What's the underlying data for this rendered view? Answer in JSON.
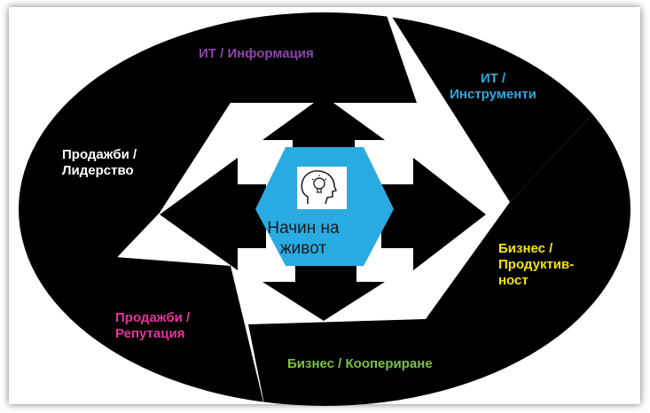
{
  "diagram": {
    "center": {
      "label": "Начин на\nживот",
      "icon": "head-lightbulb-icon",
      "color": "#29abe2"
    },
    "segments": [
      {
        "id": "it-information",
        "label": "ИТ / Информация",
        "color": "#8e44ad"
      },
      {
        "id": "it-tools",
        "label": "ИТ /\nИнструменти",
        "color": "#29abe2"
      },
      {
        "id": "business-productivity",
        "label": "Бизнес /\nПродуктив-\nност",
        "color": "#f5e600"
      },
      {
        "id": "business-cooperation",
        "label": "Бизнес / Коопериране",
        "color": "#7bc142"
      },
      {
        "id": "sales-reputation",
        "label": "Продажби /\nРепутация",
        "color": "#e6339b"
      },
      {
        "id": "sales-leadership",
        "label": "Продажби /\nЛидерство",
        "color": "#ffffff"
      }
    ]
  }
}
